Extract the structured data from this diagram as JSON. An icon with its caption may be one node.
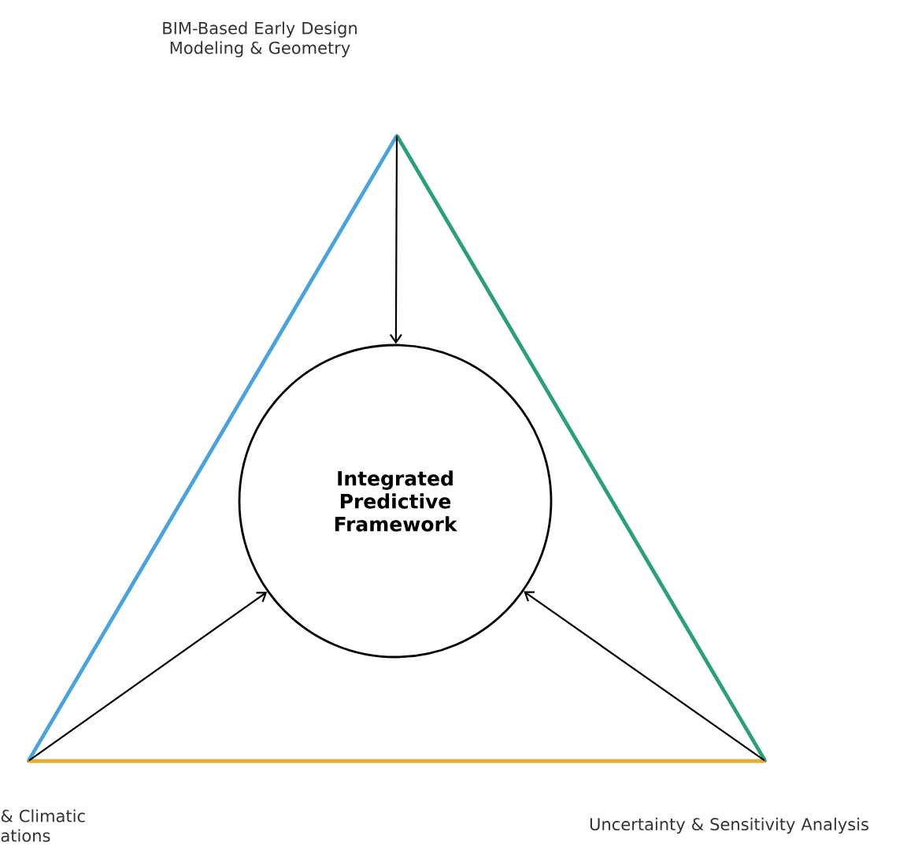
{
  "diagram": {
    "nodes": [
      {
        "text": [],
        "shape": "point"
      },
      {
        "text": [
          "Integrated Predictive Framework"
        ]
      },
      {
        "text": [],
        "shape": "point"
      },
      {
        "text": [],
        "shape": "point"
      }
    ],
    "edges": [
      {
        "from": 0,
        "to": 2,
        "arrow": "none",
        "color": "#4aa3dc"
      },
      {
        "from": 0,
        "to": 3,
        "arrow": "none",
        "color": "#2a9f78"
      },
      {
        "from": 2,
        "to": 3,
        "arrow": "none",
        "color": "#dcae3c"
      },
      {
        "from": 0,
        "to": 1,
        "arrow": "to"
      },
      {
        "from": 2,
        "to": 1,
        "arrow": "to"
      },
      {
        "from": 3,
        "to": 1,
        "arrow": "to"
      }
    ],
    "labels": [
      "BIM-Based Early Design Modeling & Geometry",
      "& Climatic ations",
      "Uncertainty & Sensitivity Analysis"
    ]
  }
}
